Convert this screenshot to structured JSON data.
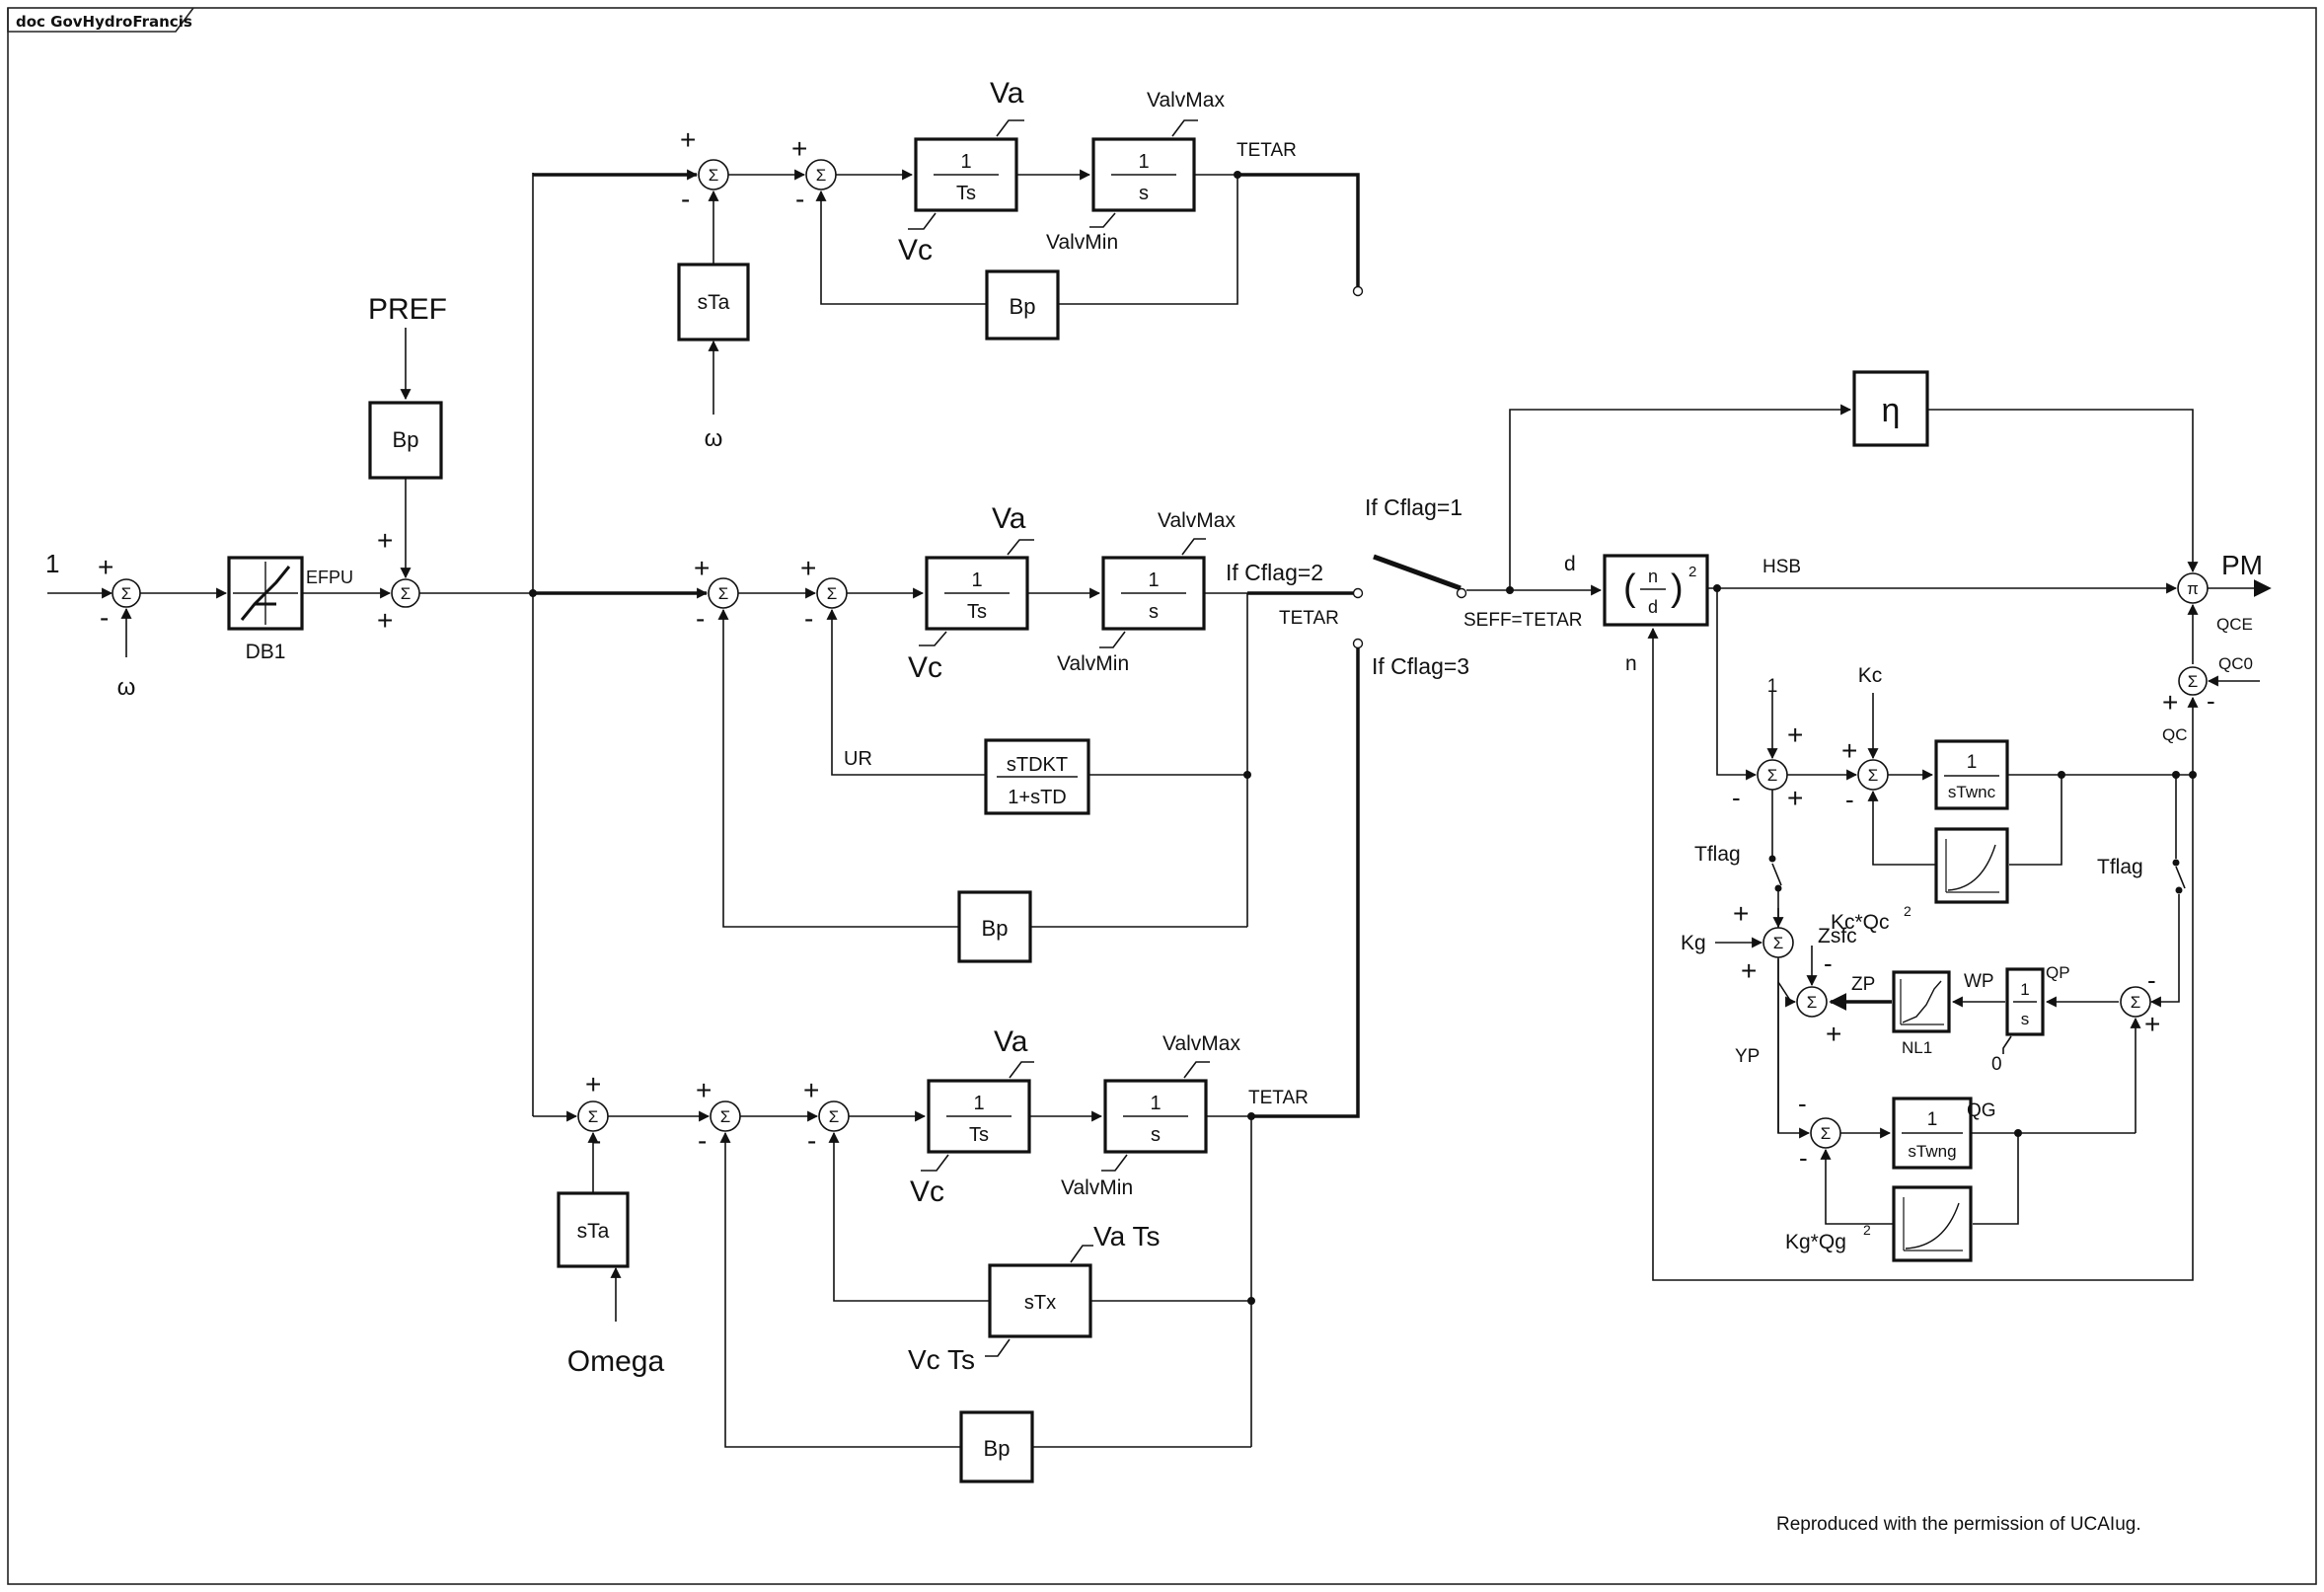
{
  "frame": {
    "tag": "doc GovHydroFrancis"
  },
  "symbols": {
    "sum": "Σ",
    "product": "π",
    "plus": "+",
    "minus": "-"
  },
  "labels": {
    "input_one": "1",
    "omega": "ω",
    "omega_word": "Omega",
    "pref": "PREF",
    "effp": "EFPU",
    "db1": "DB1",
    "va": "Va",
    "vc": "Vc",
    "valvmax": "ValvMax",
    "valvmin": "ValvMin",
    "tetar": "TETAR",
    "ur": "UR",
    "va_ts": "Va Ts",
    "vc_ts": "Vc Ts",
    "cflag1": "If Cflag=1",
    "cflag2": "If Cflag=2",
    "cflag3": "If Cflag=3",
    "seff": "SEFF=TETAR",
    "d": "d",
    "n": "n",
    "hsb": "HSB",
    "pm": "PM",
    "qce": "QCE",
    "qc0": "QC0",
    "qc": "QC",
    "kc": "Kc",
    "kcqc": "Kc*Qc",
    "tflag": "Tflag",
    "kg": "Kg",
    "zsfc": "Zsfc",
    "zp": "ZP",
    "wp": "WP",
    "qp": "QP",
    "yp": "YP",
    "nl1": "NL1",
    "zero": "0",
    "qg": "QG",
    "kgqg": "Kg*Qg",
    "squared": "2"
  },
  "blocks": {
    "bp": "Bp",
    "sta": "sTa",
    "one": "1",
    "ts": "Ts",
    "s": "s",
    "stdkt": "sTDKT",
    "one_plus_std": "1+sTD",
    "stx": "sTx",
    "eta": "η",
    "n_over_d": "n",
    "d_den": "d",
    "stwnc": "sTwnc",
    "stwng": "sTwng"
  },
  "footer": {
    "credit": "Reproduced with the permission of UCAIug."
  }
}
